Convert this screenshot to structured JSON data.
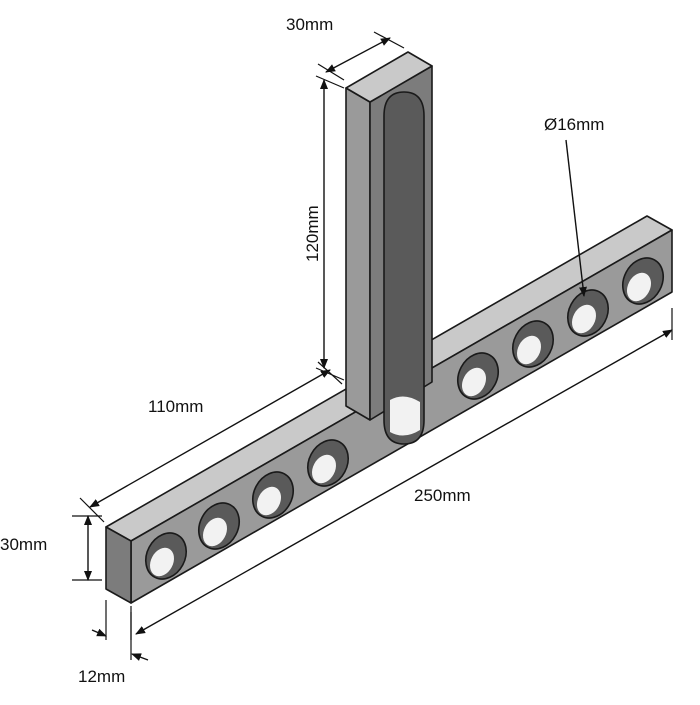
{
  "dimensions": {
    "width_top": "30mm",
    "height_vertical": "120mm",
    "hole_diameter": "Ø16mm",
    "arm_length": "110mm",
    "total_length": "250mm",
    "bar_height": "30mm",
    "thickness": "12mm"
  },
  "colors": {
    "top_face": "#c9c9c9",
    "front_face": "#9a9a9a",
    "side_face": "#7c7c7c",
    "line": "#111111"
  }
}
